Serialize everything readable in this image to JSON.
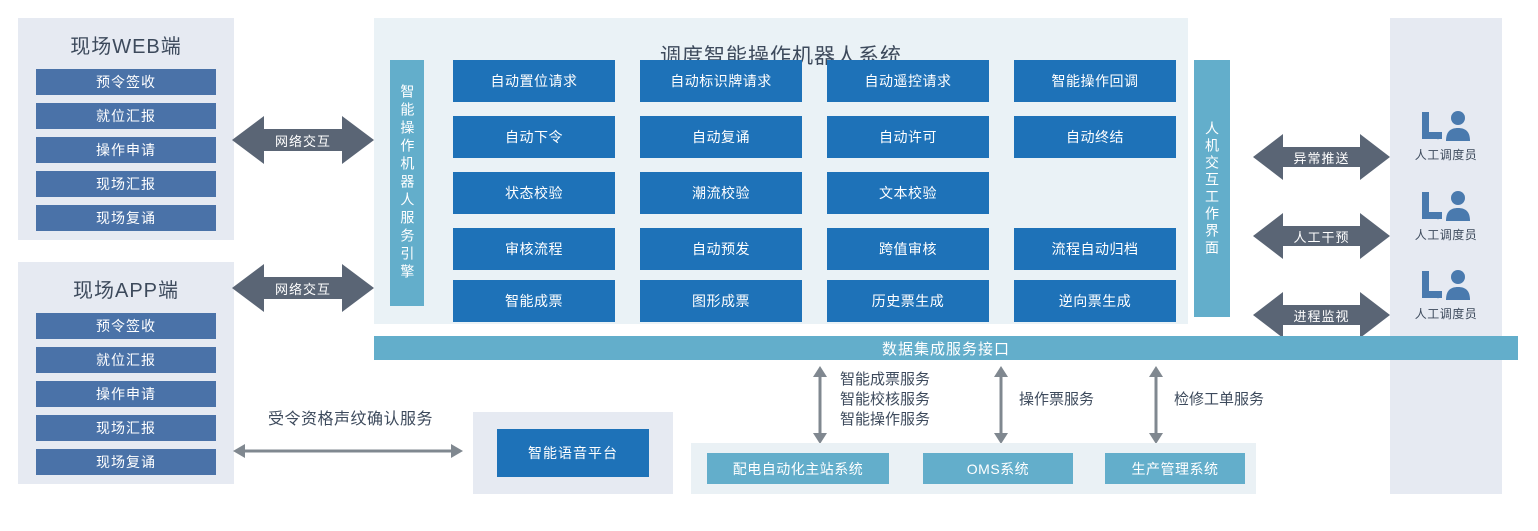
{
  "diagram": {
    "title": "调度智能操作机器人系统"
  },
  "clients": [
    {
      "id": "web",
      "title": "现场WEB端",
      "items": [
        "预令签收",
        "就位汇报",
        "操作申请",
        "现场汇报",
        "现场复诵"
      ]
    },
    {
      "id": "app",
      "title": "现场APP端",
      "items": [
        "预令签收",
        "就位汇报",
        "操作申请",
        "现场汇报",
        "现场复诵"
      ]
    }
  ],
  "network_arrows": [
    {
      "label": "网络交互"
    },
    {
      "label": "网络交互"
    }
  ],
  "engine": {
    "label": "智能操作机器人服务引擎"
  },
  "functions": [
    {
      "label": "自动置位请求",
      "row": 0,
      "col": 0
    },
    {
      "label": "自动标识牌请求",
      "row": 0,
      "col": 1
    },
    {
      "label": "自动遥控请求",
      "row": 0,
      "col": 2
    },
    {
      "label": "智能操作回调",
      "row": 0,
      "col": 3
    },
    {
      "label": "自动下令",
      "row": 1,
      "col": 0
    },
    {
      "label": "自动复诵",
      "row": 1,
      "col": 1
    },
    {
      "label": "自动许可",
      "row": 1,
      "col": 2
    },
    {
      "label": "自动终结",
      "row": 1,
      "col": 3
    },
    {
      "label": "状态校验",
      "row": 2,
      "col": 0
    },
    {
      "label": "潮流校验",
      "row": 2,
      "col": 1
    },
    {
      "label": "文本校验",
      "row": 2,
      "col": 2
    },
    {
      "label": "审核流程",
      "row": 3,
      "col": 0
    },
    {
      "label": "自动预发",
      "row": 3,
      "col": 1
    },
    {
      "label": "跨值审核",
      "row": 3,
      "col": 2
    },
    {
      "label": "流程自动归档",
      "row": 3,
      "col": 3
    },
    {
      "label": "智能成票",
      "row": 4,
      "col": 0
    },
    {
      "label": "图形成票",
      "row": 4,
      "col": 1
    },
    {
      "label": "历史票生成",
      "row": 4,
      "col": 2
    },
    {
      "label": "逆向票生成",
      "row": 4,
      "col": 3
    }
  ],
  "hmi": {
    "label": "人机交互工作界面"
  },
  "hmi_arrows": [
    {
      "label": "异常推送"
    },
    {
      "label": "人工干预"
    },
    {
      "label": "进程监视"
    }
  ],
  "operators": [
    {
      "icon": "operator-icon",
      "label": "人工调度员"
    },
    {
      "icon": "operator-icon",
      "label": "人工调度员"
    },
    {
      "icon": "operator-icon",
      "label": "人工调度员"
    }
  ],
  "data_bar": {
    "label": "数据集成服务接口"
  },
  "service_links": [
    {
      "lines": [
        "智能成票服务",
        "智能校核服务",
        "智能操作服务"
      ]
    },
    {
      "lines": [
        "操作票服务"
      ]
    },
    {
      "lines": [
        "检修工单服务"
      ]
    }
  ],
  "voice": {
    "service_label": "受令资格声纹确认服务",
    "platform_label": "智能语音平台"
  },
  "external_systems": [
    {
      "label": "配电自动化主站系统"
    },
    {
      "label": "OMS系统"
    },
    {
      "label": "生产管理系统"
    }
  ],
  "colors": {
    "box_blue": "#1E72B8",
    "client_blue": "#4A72A8",
    "teal": "#63AECB",
    "panel_bg": "#E6EAF2",
    "main_bg": "#EAF2F6",
    "ext_bg": "#EAF1F5",
    "arrow_gray": "#5A6575",
    "text_dark": "#3D4A5C"
  }
}
